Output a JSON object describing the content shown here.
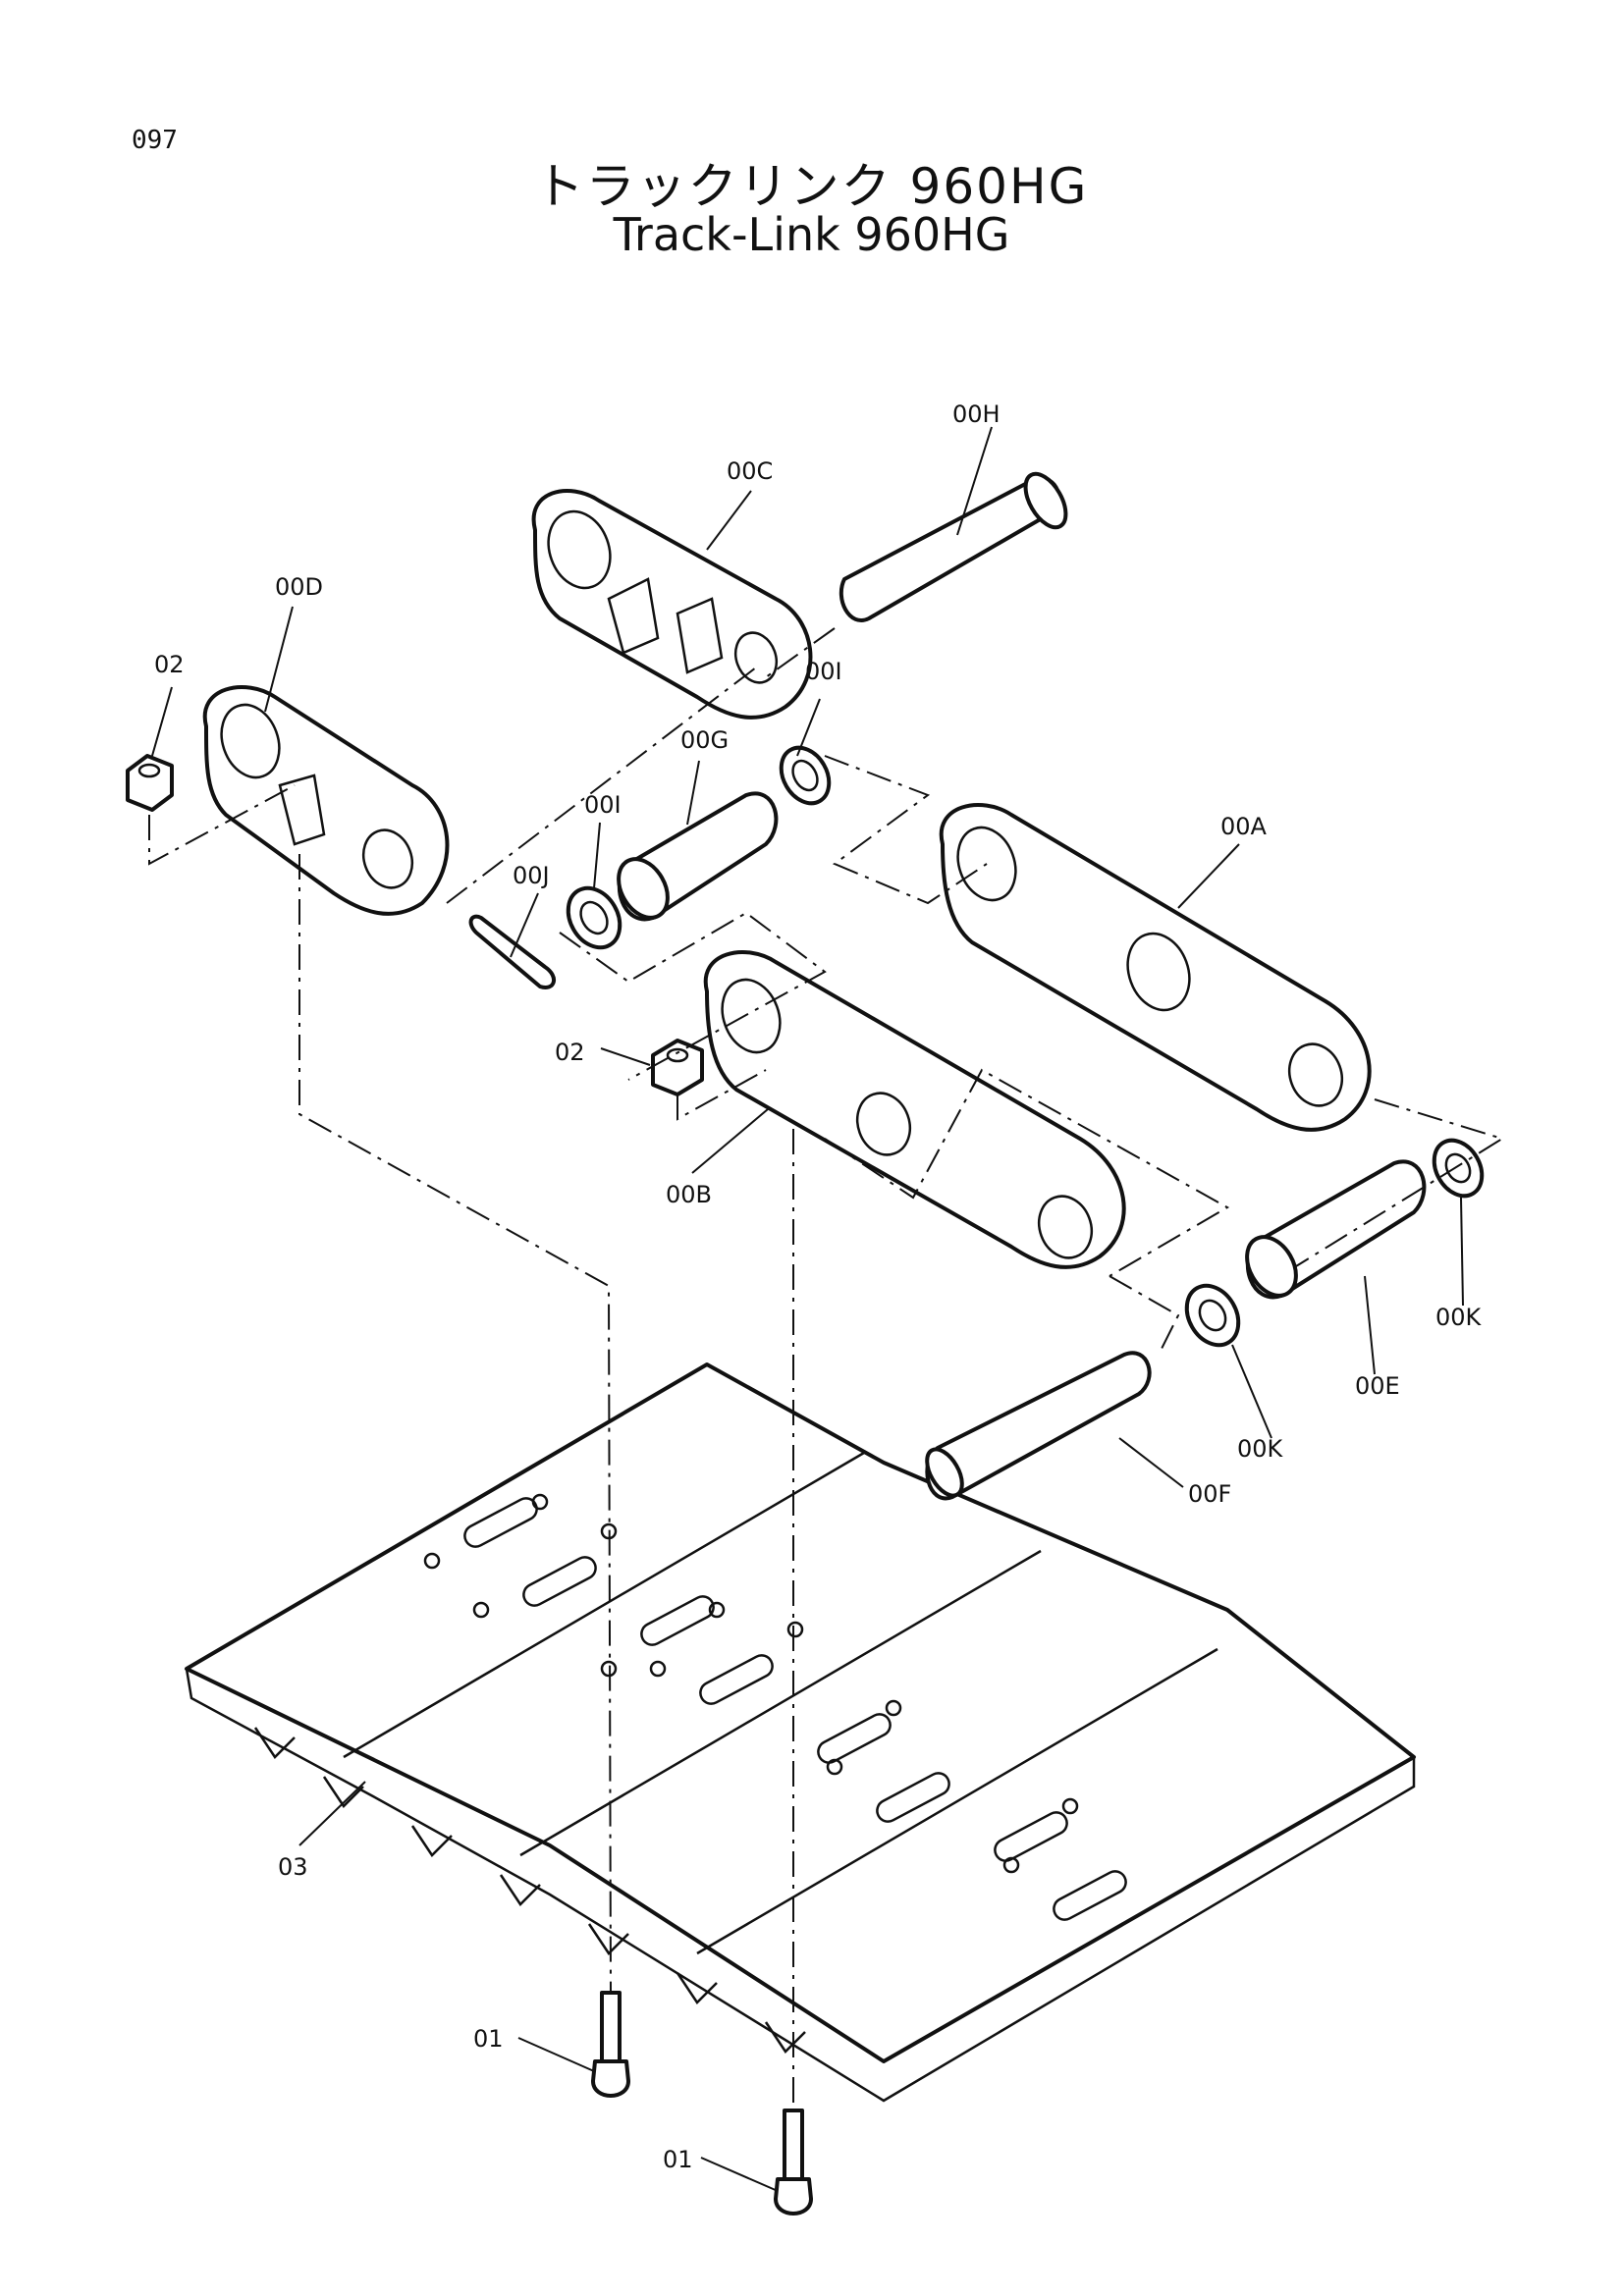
{
  "page_number": "097",
  "title_jp": "トラックリンク 960HG",
  "title_en": "Track-Link 960HG",
  "labels": {
    "00H": "00H",
    "00C": "00C",
    "00D": "00D",
    "02a": "02",
    "00I_right": "00I",
    "00G": "00G",
    "00I_left": "00I",
    "00J": "00J",
    "00A": "00A",
    "02b": "02",
    "00B": "00B",
    "00K_right": "00K",
    "00E": "00E",
    "00K_bottom": "00K",
    "00F": "00F",
    "03": "03",
    "01a": "01",
    "01b": "01"
  }
}
